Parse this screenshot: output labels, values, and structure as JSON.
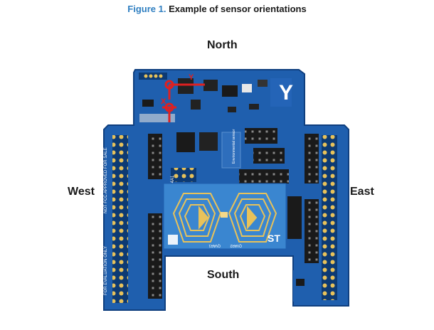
{
  "caption": {
    "figure_label": "Figure 1.",
    "title": "Example of sensor orientations"
  },
  "directions": {
    "north": "North",
    "south": "South",
    "west": "West",
    "east": "East"
  },
  "board_text": {
    "sensor_x": "X",
    "sensor_y": "Y",
    "chip_label": "QVAR1",
    "chip_label_2": "QVAR2",
    "left_header_note": "NOT FCC APPROVED FOR SALE",
    "left_header_note_2": "FOR EVALUATION ONLY",
    "part_label": "X-NUCLEO-IKS4A1",
    "env_label": "Environmental sensor"
  },
  "colors": {
    "board": "#1f5fae",
    "board_edge": "#0f3f7f",
    "pad": "#e8c25a",
    "axis": "#e02020"
  }
}
